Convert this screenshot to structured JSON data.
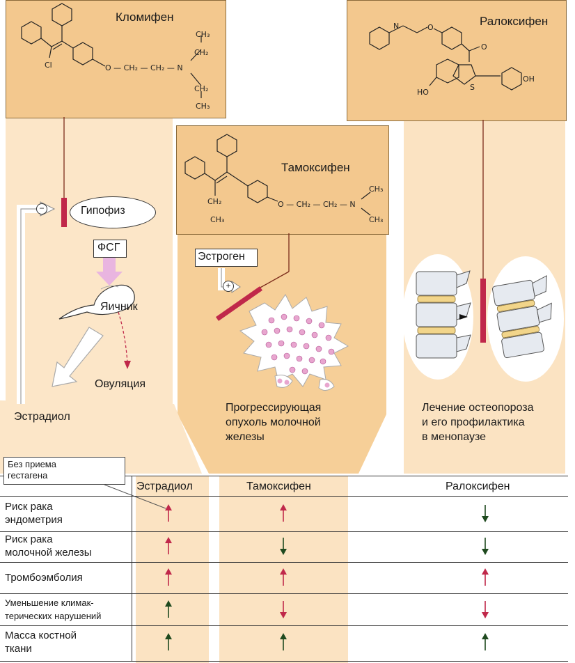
{
  "drugs": {
    "clomiphene": "Кломифен",
    "tamoxifen": "Тамоксифен",
    "raloxifene": "Ралоксифен"
  },
  "molecule_labels": {
    "cl": "Cl",
    "o": "O",
    "n": "N",
    "s": "S",
    "oh": "OH",
    "ho": "HO",
    "ch2": "CH",
    "ch3": "CH",
    "sub2": "2",
    "sub3": "3",
    "o_ch2_ch2_n": "O — CH₂ — CH₂ — N"
  },
  "left": {
    "pituitary": "Гипофиз",
    "fsh": "ФСГ",
    "ovary": "Яичник",
    "ovulation": "Овуляция",
    "estradiol": "Эстрадиол",
    "minus": "−"
  },
  "center": {
    "estrogen": "Эстроген",
    "plus": "+",
    "caption": [
      "Прогрессирующая",
      "опухоль молочной",
      "железы"
    ]
  },
  "right": {
    "caption": [
      "Лечение остеопороза",
      "и его профилактика",
      "в менопаузе"
    ]
  },
  "table": {
    "note": [
      "Без приема",
      "гестагена"
    ],
    "headers": [
      "Эстрадиол",
      "Тамоксифен",
      "Ралоксифен"
    ],
    "rows": [
      {
        "label": [
          "Риск рака",
          "эндометрия"
        ],
        "values": [
          "up",
          "up",
          "down"
        ]
      },
      {
        "label": [
          "Риск рака",
          "молочной железы"
        ],
        "values": [
          "up",
          "down",
          "down"
        ]
      },
      {
        "label": [
          "Тромбоэмболия"
        ],
        "values": [
          "up",
          "up",
          "up"
        ]
      },
      {
        "label": [
          "Уменьшение климак-",
          "терических нарушений"
        ],
        "values": [
          "up-good",
          "down",
          "down"
        ]
      },
      {
        "label": [
          "Масса костной",
          "ткани"
        ],
        "values": [
          "up-good",
          "up-good",
          "up-good"
        ]
      }
    ]
  },
  "colors": {
    "panel": "#f3c88e",
    "background_band": "#fbe3c2",
    "block_bar": "#c0284a",
    "arrow_bad": "#c0284a",
    "arrow_good": "#1f4a1f",
    "tumor": "#e8a6cf"
  }
}
